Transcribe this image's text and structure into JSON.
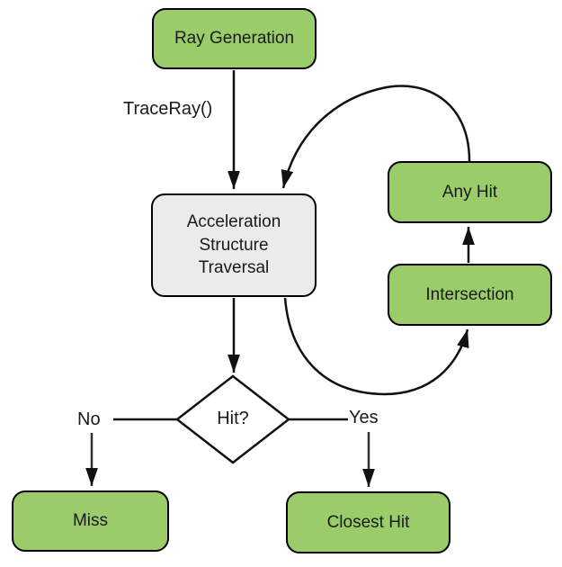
{
  "diagram": {
    "nodes": {
      "ray_generation": {
        "label": "Ray Generation",
        "type": "process",
        "fill": "#9acd6a"
      },
      "acceleration_structure_traversal": {
        "label": "Acceleration Structure Traversal",
        "type": "process",
        "fill": "#ebebeb"
      },
      "any_hit": {
        "label": "Any Hit",
        "type": "process",
        "fill": "#9acd6a"
      },
      "intersection": {
        "label": "Intersection",
        "type": "process",
        "fill": "#9acd6a"
      },
      "hit_decision": {
        "label": "Hit?",
        "type": "decision",
        "fill": "#ffffff"
      },
      "miss": {
        "label": "Miss",
        "type": "process",
        "fill": "#9acd6a"
      },
      "closest_hit": {
        "label": "Closest Hit",
        "type": "process",
        "fill": "#9acd6a"
      }
    },
    "edge_labels": {
      "trace_ray": "TraceRay()",
      "no": "No",
      "yes": "Yes"
    },
    "edges": [
      {
        "from": "Ray Generation",
        "to": "Acceleration Structure Traversal",
        "label": "TraceRay()"
      },
      {
        "from": "Acceleration Structure Traversal",
        "to": "Intersection",
        "label": ""
      },
      {
        "from": "Intersection",
        "to": "Any Hit",
        "label": ""
      },
      {
        "from": "Any Hit",
        "to": "Acceleration Structure Traversal",
        "label": ""
      },
      {
        "from": "Acceleration Structure Traversal",
        "to": "Hit?",
        "label": ""
      },
      {
        "from": "Hit?",
        "to": "Miss",
        "label": "No"
      },
      {
        "from": "Hit?",
        "to": "Closest Hit",
        "label": "Yes"
      }
    ],
    "colors": {
      "node_green": "#9acd6a",
      "node_gray": "#ebebeb",
      "stroke": "#000000",
      "background": "#ffffff"
    }
  }
}
